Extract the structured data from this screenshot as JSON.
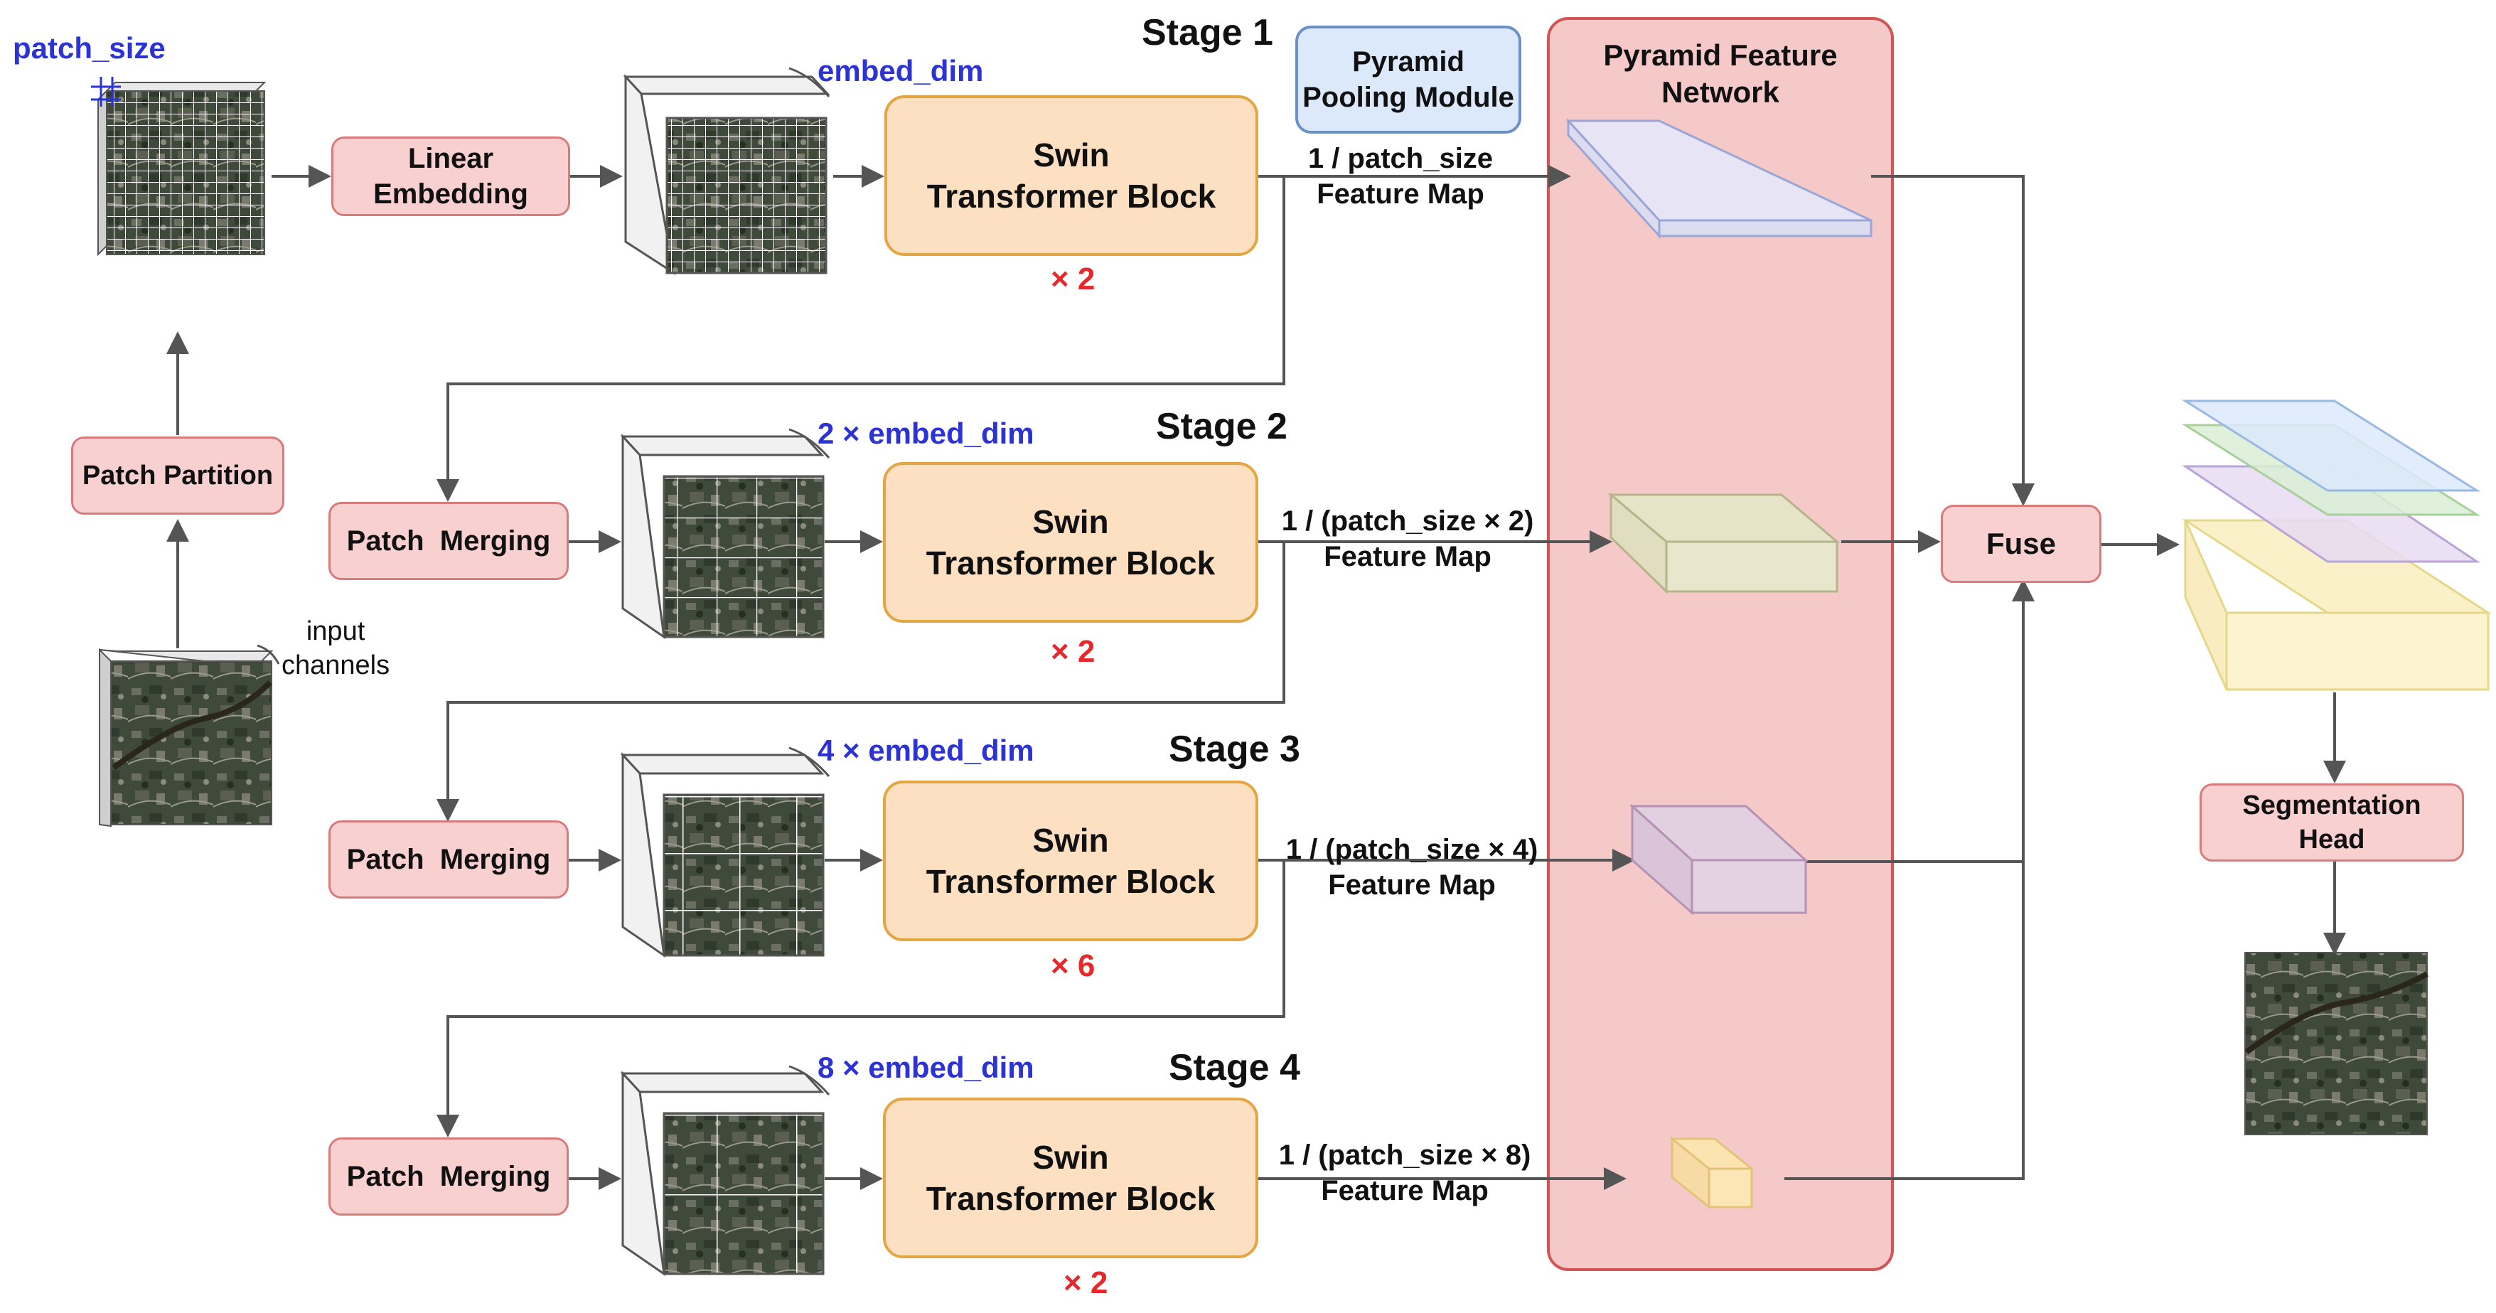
{
  "colors": {
    "accent_blue": "#2b32d6",
    "accent_red": "#e8272a",
    "pink_fill": "#f8d0d0",
    "pink_border": "#d97b7b",
    "swin_fill": "#fde0c2",
    "swin_border": "#e4a542",
    "ppm_fill": "#dbe9fb",
    "fpn_fill": "#f6c9c9",
    "fpn_border": "#d35454",
    "arrow": "#555555"
  },
  "labels": {
    "patch_size": "patch_size",
    "linear_embedding": "Linear\nEmbedding",
    "patch_partition": "Patch Partition",
    "input_channels": "input\nchannels",
    "pyramid_pooling": "Pyramid\nPooling Module",
    "fpn_title": "Pyramid Feature\nNetwork",
    "fuse": "Fuse",
    "segmentation_head": "Segmentation\nHead"
  },
  "stages": [
    {
      "stage": "Stage 1",
      "block": "Swin\nTransformer Block",
      "repeat": "× 2",
      "dim": "embed_dim",
      "merge": "",
      "fmap": "1 / patch_size\nFeature Map"
    },
    {
      "stage": "Stage 2",
      "block": "Swin\nTransformer Block",
      "repeat": "× 2",
      "dim": "2 × embed_dim",
      "merge": "Patch  Merging",
      "fmap": "1 / (patch_size × 2)\nFeature Map"
    },
    {
      "stage": "Stage 3",
      "block": "Swin\nTransformer Block",
      "repeat": "× 6",
      "dim": "4 × embed_dim",
      "merge": "Patch  Merging",
      "fmap": "1 / (patch_size × 4)\nFeature Map"
    },
    {
      "stage": "Stage 4",
      "block": "Swin\nTransformer Block",
      "repeat": "× 2",
      "dim": "8 × embed_dim",
      "merge": "Patch  Merging",
      "fmap": "1 / (patch_size × 8)\nFeature Map"
    }
  ]
}
